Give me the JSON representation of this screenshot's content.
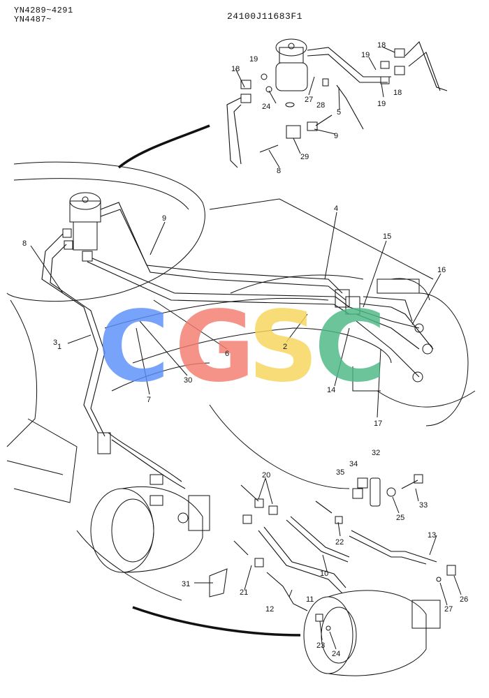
{
  "header": {
    "serial_line_1": "YN4289~4291",
    "serial_line_2": "YN4487~",
    "drawing_number": "24100J11683F1"
  },
  "watermark": {
    "letters": [
      "C",
      "G",
      "S",
      "C"
    ],
    "colors": [
      "#5b8ff9",
      "#f47c6f",
      "#f7d55a",
      "#4cb985"
    ]
  },
  "callouts": {
    "c1": "1",
    "c2": "2",
    "c3": "3",
    "c4": "4",
    "c5": "5",
    "c6": "6",
    "c7": "7",
    "c8": "8",
    "c9": "9",
    "c10": "10",
    "c11": "11",
    "c12": "12",
    "c13": "13",
    "c14": "14",
    "c15": "15",
    "c16": "16",
    "c17": "17",
    "c18": "18",
    "c19": "19",
    "c20": "20",
    "c21": "21",
    "c22": "22",
    "c23": "23",
    "c24": "24",
    "c25": "25",
    "c26": "26",
    "c27": "27",
    "c28": "28",
    "c29": "29",
    "c30": "30",
    "c31": "31",
    "c32": "32",
    "c33": "33",
    "c34": "34",
    "c35": "35"
  }
}
